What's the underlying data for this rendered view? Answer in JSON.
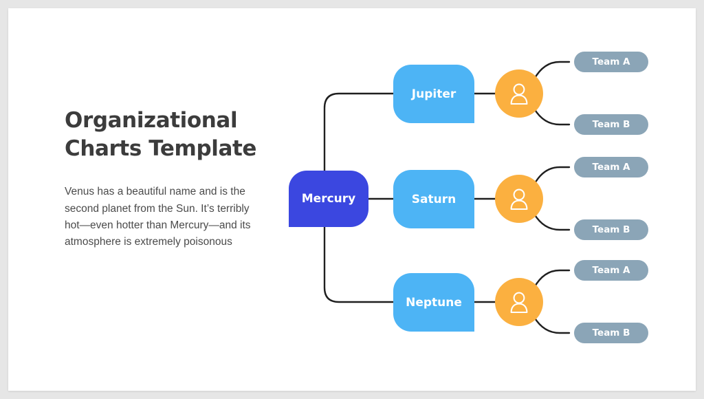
{
  "slide": {
    "title": "Organizational\nCharts Template",
    "body": "Venus has a beautiful name and is the second planet from the Sun. It’s terribly hot—even hotter than Mercury—and its atmosphere is extremely poisonous"
  },
  "colors": {
    "page_background": "#e6e6e6",
    "slide_background": "#ffffff",
    "title_text": "#3c3c3c",
    "body_text": "#4a4a4a",
    "root_node": "#3b47e0",
    "branch_node": "#4db4f5",
    "person_circle": "#fbb040",
    "team_pill": "#8ba5b7",
    "connector_line": "#1f1f1f",
    "node_label": "#ffffff"
  },
  "chart": {
    "type": "organizational-chart",
    "root": {
      "label": "Mercury"
    },
    "branches": [
      {
        "label": "Jupiter",
        "person_icon": "user-icon",
        "teams": [
          {
            "label": "Team A"
          },
          {
            "label": "Team B"
          }
        ]
      },
      {
        "label": "Saturn",
        "person_icon": "user-icon",
        "teams": [
          {
            "label": "Team A"
          },
          {
            "label": "Team B"
          }
        ]
      },
      {
        "label": "Neptune",
        "person_icon": "user-icon",
        "teams": [
          {
            "label": "Team A"
          },
          {
            "label": "Team B"
          }
        ]
      }
    ]
  }
}
